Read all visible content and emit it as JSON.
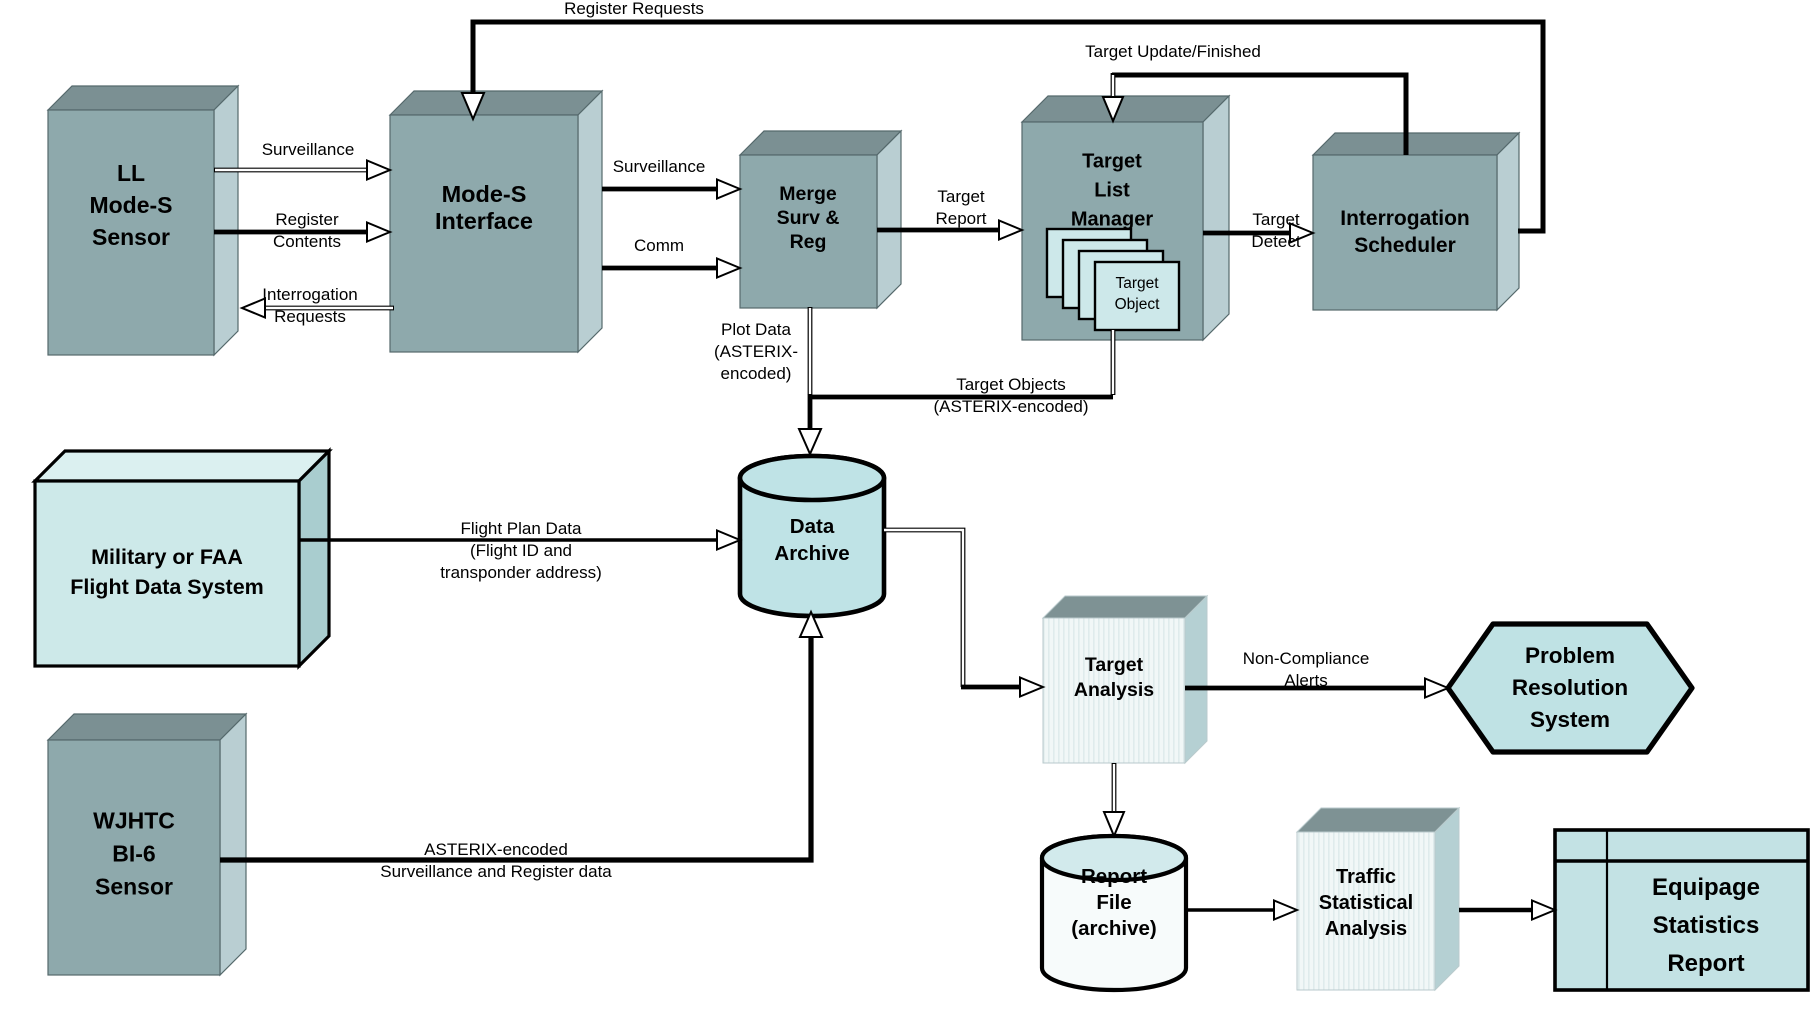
{
  "diagram": {
    "title": "Mode-S data flow diagram",
    "palette": {
      "box_front": "#8ea9ac",
      "box_top": "#7b9093",
      "box_side": "#b9ced2",
      "light_front": "#cde9e9",
      "light_top": "#dbf0f0",
      "light_side": "#a9cdcf",
      "pale_front": "#f1f7f7",
      "pale_top": "#7e9294",
      "pale_side": "#b5d0d3",
      "cylinder_fill": "#bfe3e6",
      "cylinder_light_body": "#f7fbfb",
      "cylinder_light_top": "#d2eaec",
      "hexagon_fill": "#bfe2e4",
      "table_fill": "#c3e2e4",
      "card_fill": "#cde8ea",
      "line": "#000000"
    },
    "nodes": {
      "ll_sensor": {
        "label": "LL\nMode-S\nSensor"
      },
      "mode_s_interface": {
        "label": "Mode-S\nInterface"
      },
      "merge_surv_reg": {
        "label": "Merge\nSurv &\nReg"
      },
      "target_list_manager": {
        "label": "Target\nList\nManager"
      },
      "target_object": {
        "label": "Target\nObject"
      },
      "interrogation_scheduler": {
        "label": "Interrogation\nScheduler"
      },
      "military_fds": {
        "label": "Military or FAA\nFlight Data System"
      },
      "wjhtc_sensor": {
        "label": "WJHTC\nBI-6\nSensor"
      },
      "data_archive": {
        "label": "Data\nArchive"
      },
      "target_analysis": {
        "label": "Target\nAnalysis"
      },
      "problem_resolution": {
        "label": "Problem\nResolution\nSystem"
      },
      "report_file": {
        "label": "Report\nFile\n(archive)"
      },
      "traffic_statistical": {
        "label": "Traffic\nStatistical\nAnalysis"
      },
      "equipage_report": {
        "label": "Equipage\nStatistics\nReport"
      }
    },
    "edges": {
      "register_requests": {
        "label": "Register Requests"
      },
      "surveillance_ll": {
        "label": "Surveillance"
      },
      "register_contents": {
        "label": "Register\nContents"
      },
      "interrogation_requests": {
        "label": "Interrogation\nRequests"
      },
      "surveillance_if": {
        "label": "Surveillance"
      },
      "comm": {
        "label": "Comm"
      },
      "target_report": {
        "label": "Target\nReport"
      },
      "target_detect": {
        "label": "Target\nDetect"
      },
      "target_update": {
        "label": "Target Update/Finished"
      },
      "plot_data": {
        "label": "Plot Data\n(ASTERIX-\nencoded)"
      },
      "target_objects": {
        "label": "Target Objects\n(ASTERIX-encoded)"
      },
      "flight_plan": {
        "label": "Flight Plan Data\n(Flight ID and\ntransponder address)"
      },
      "asterix": {
        "label": "ASTERIX-encoded\nSurveillance and Register data"
      },
      "non_compliance": {
        "label": "Non-Compliance\nAlerts"
      }
    }
  }
}
